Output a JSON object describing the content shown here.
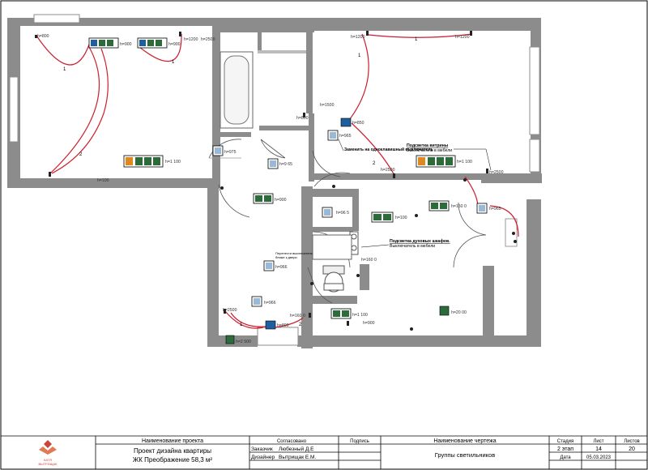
{
  "plan": {
    "wall_color": "#8c8c8c",
    "wire_color": "#cc1f2e",
    "height_labels": [
      {
        "id": "h1",
        "text": "h=800"
      },
      {
        "id": "h2",
        "text": "h=900"
      },
      {
        "id": "h3",
        "text": "h=900"
      },
      {
        "id": "h4",
        "text": "h=1200"
      },
      {
        "id": "h5",
        "text": "h=2500"
      },
      {
        "id": "h6",
        "text": "h=1200"
      },
      {
        "id": "h7",
        "text": "h=1200"
      },
      {
        "id": "h8",
        "text": "h=1500"
      },
      {
        "id": "h9",
        "text": "h=800"
      },
      {
        "id": "h10",
        "text": "h=850"
      },
      {
        "id": "h11",
        "text": "h=965"
      },
      {
        "id": "h12",
        "text": "h=975"
      },
      {
        "id": "h13",
        "text": "h=9 65"
      },
      {
        "id": "h14",
        "text": "h=1 100"
      },
      {
        "id": "h15",
        "text": "h=100"
      },
      {
        "id": "h16",
        "text": "h=1 100"
      },
      {
        "id": "h17",
        "text": "h=2500"
      },
      {
        "id": "h18",
        "text": "h=2500"
      },
      {
        "id": "h19",
        "text": "h=900"
      },
      {
        "id": "h20",
        "text": "h=96 5"
      },
      {
        "id": "h21",
        "text": "h=100"
      },
      {
        "id": "h22",
        "text": "h=150 0"
      },
      {
        "id": "h23",
        "text": "h=965"
      },
      {
        "id": "h24",
        "text": "h=160 0"
      },
      {
        "id": "h25",
        "text": "h=966"
      },
      {
        "id": "h26",
        "text": "h=966"
      },
      {
        "id": "h27",
        "text": "h=2500"
      },
      {
        "id": "h28",
        "text": "h=160 0"
      },
      {
        "id": "h29",
        "text": "h=800"
      },
      {
        "id": "h30",
        "text": "h=2 500"
      },
      {
        "id": "h31",
        "text": "h=1 100"
      },
      {
        "id": "h32",
        "text": "h=900"
      },
      {
        "id": "h33",
        "text": "h=20 00"
      }
    ],
    "wire_numbers": [
      "1",
      "1",
      "2",
      "1",
      "1",
      "2",
      "1",
      "2"
    ],
    "notes": {
      "single_key": "Заменить на одноклавишный выключатель",
      "showcase_title": "Подсветка витрины",
      "showcase_sub": "Выключатель в мебели",
      "wardrobe_title": "Подсветка духовых шкафов.",
      "wardrobe_sub": "Выключатель в мебели",
      "small_note_1": "Перенести выключатель",
      "small_note_2": "ближе к двери"
    }
  },
  "title_block": {
    "logo_line1": "КАТЯ",
    "logo_line2": "ВЫТРИЩАК",
    "project_name_header": "Наименование проекта",
    "project_line1": "Проект дизайна квартиры",
    "project_line2": "ЖК Преображение 58,3 м²",
    "approved_header": "Согласовано",
    "signature_header": "Подпись",
    "customer_label": "Заказчик",
    "customer_name": "Любезный Д.Е",
    "designer_label": "Дизайнер",
    "designer_name": "Вытрищак Е.М.",
    "drawing_name_header": "Наименование чертежа",
    "drawing_name": "Группы светильников",
    "stage_header": "Стадия",
    "stage_value": "2 этап",
    "sheet_header": "Лист",
    "sheet_value": "14",
    "sheets_header": "Листов",
    "sheets_value": "20",
    "date_label": "Дата",
    "date_value": "05.03.2023"
  }
}
